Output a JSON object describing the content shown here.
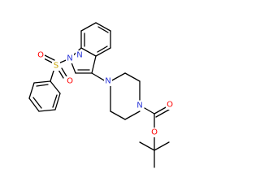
{
  "atoms": {
    "N_pyridine": {
      "label": "N",
      "color": "#2a36d8"
    },
    "N_indole": {
      "label": "N",
      "color": "#2a36d8"
    },
    "S_sulfonyl": {
      "label": "S",
      "color": "#c9a400"
    },
    "O_sulfonyl_left": {
      "label": "O",
      "color": "#ff0000"
    },
    "O_sulfonyl_right": {
      "label": "O",
      "color": "#ff0000"
    },
    "N_piperazine_top": {
      "label": "N",
      "color": "#2a36d8"
    },
    "N_piperazine_bottom": {
      "label": "N",
      "color": "#2a36d8"
    },
    "O_carbonyl": {
      "label": "O",
      "color": "#ff0000"
    },
    "O_ester": {
      "label": "O",
      "color": "#ff0000"
    }
  }
}
